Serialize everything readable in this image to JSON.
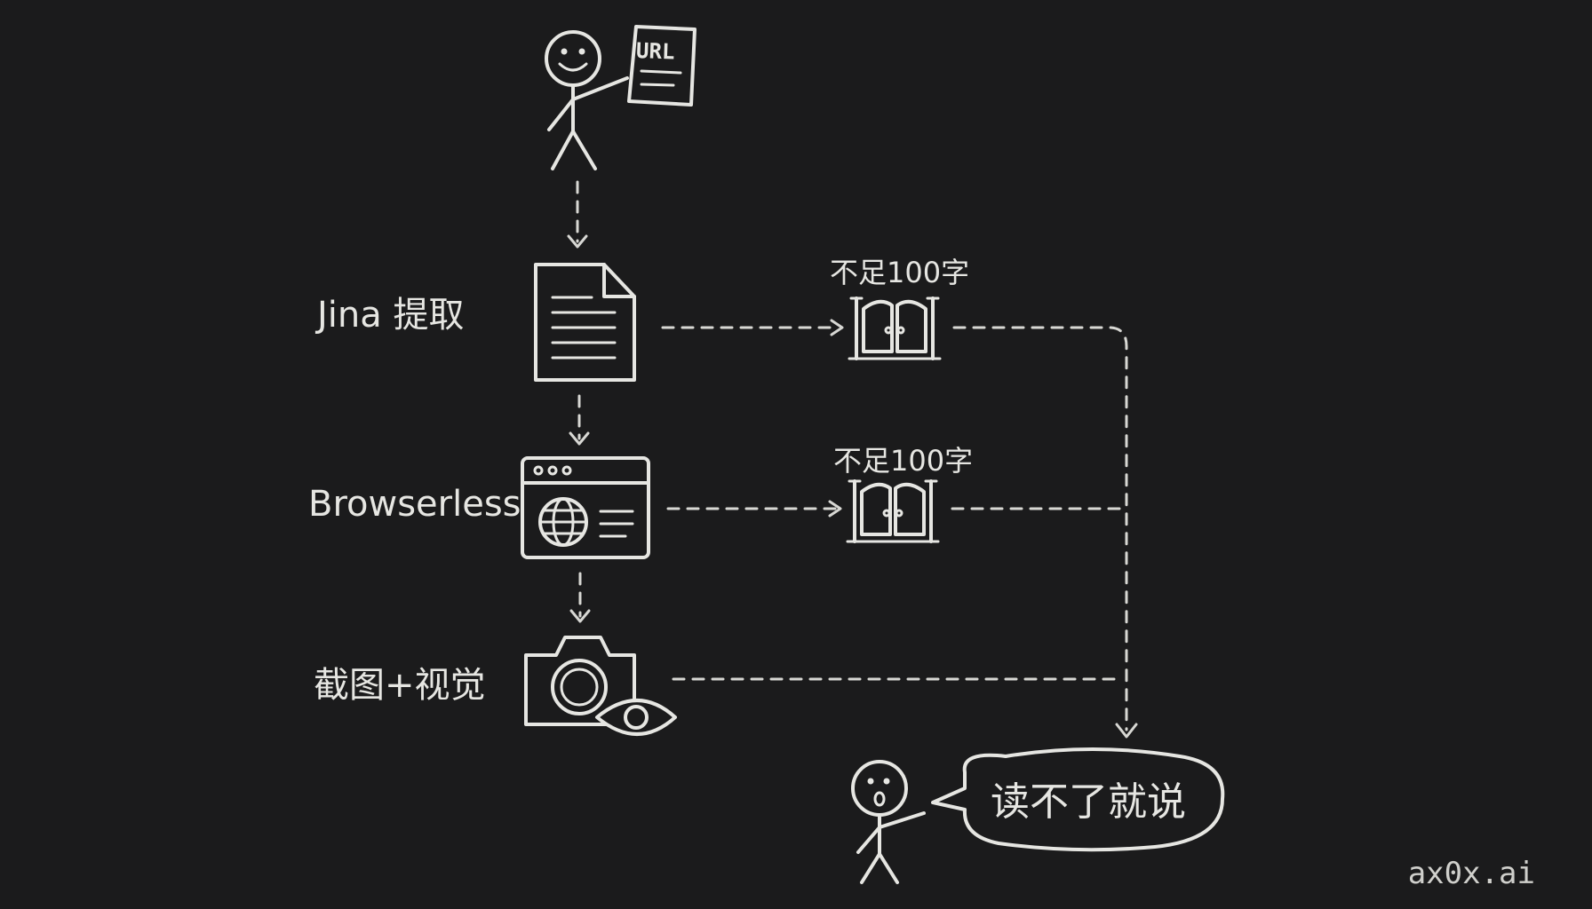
{
  "user_doc_label": "URL",
  "steps": [
    {
      "label": "Jina 提取"
    },
    {
      "label": "Browserless"
    },
    {
      "label": "截图+视觉"
    }
  ],
  "conditions": [
    {
      "label": "不足100字"
    },
    {
      "label": "不足100字"
    }
  ],
  "speech_bubble": "读不了就说",
  "watermark": "ax0x.ai"
}
